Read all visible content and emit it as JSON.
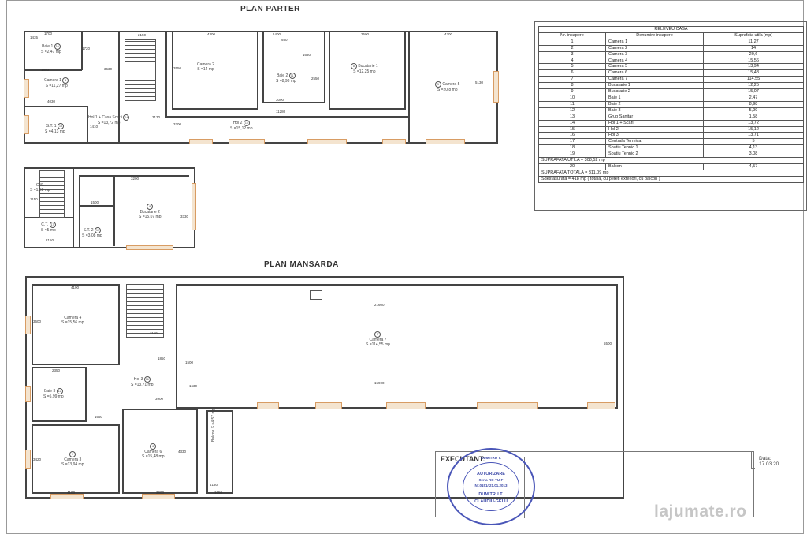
{
  "titles": {
    "parter": "PLAN PARTER",
    "mansarda": "PLAN MANSARDA"
  },
  "parter_rooms": [
    {
      "name": "Baie 1",
      "area": "S =2,47 mp",
      "num": "10"
    },
    {
      "name": "Camera 1",
      "area": "S =11,27 mp",
      "num": "1"
    },
    {
      "name": "Camera 2",
      "area": "S =14 mp",
      "num": "2"
    },
    {
      "name": "Baie 2",
      "area": "S =8,98 mp",
      "num": "11"
    },
    {
      "name": "Bucatarie 1",
      "area": "S =12,25 mp",
      "num": "8"
    },
    {
      "name": "Camera 5",
      "area": "S =20,8 mp",
      "num": "5"
    },
    {
      "name": "S.T. 1",
      "area": "S =4,13 mp",
      "num": "18"
    },
    {
      "name": "Hol 1 + Casa Scarii",
      "area": "S =13,72 mp",
      "num": "14"
    },
    {
      "name": "Hol 2",
      "area": "S =15,12 mp",
      "num": "15"
    },
    {
      "name": "G.S.",
      "area": "S =1,58 mp",
      "num": "13"
    },
    {
      "name": "Bucatarie 2",
      "area": "S =15,07 mp",
      "num": "9"
    },
    {
      "name": "C.T.",
      "area": "S =5 mp",
      "num": "17"
    },
    {
      "name": "S.T. 2",
      "area": "S =3,08 mp",
      "num": "19"
    }
  ],
  "mansarda_rooms": [
    {
      "name": "Camera 4",
      "area": "S =15,56 mp",
      "num": "4"
    },
    {
      "name": "Camera 7",
      "area": "S =114,55 mp",
      "num": "7"
    },
    {
      "name": "Baie 3",
      "area": "S =5,99 mp",
      "num": "12"
    },
    {
      "name": "Hol 3",
      "area": "S =13,71 mp",
      "num": "16"
    },
    {
      "name": "Camera 3",
      "area": "S =13,94 mp",
      "num": "3"
    },
    {
      "name": "Camera 6",
      "area": "S =15,48 mp",
      "num": "6"
    },
    {
      "name": "Balcon",
      "area": "S =4,57 mp",
      "num": "20"
    }
  ],
  "dimensions": {
    "p_1700": "1700",
    "p_2150": "2150",
    "p_4300a": "4300",
    "p_1400": "1400",
    "p_3500": "3500",
    "p_4300b": "4300",
    "p_1435": "1435",
    "p_1720": "1720",
    "p_3630": "3630",
    "p_3550": "3550",
    "p_930": "930",
    "p_1630": "1630",
    "p_4030": "4030",
    "p_1850": "1850",
    "p_2550": "2550",
    "p_3000": "3000",
    "p_11280": "11280",
    "p_5130": "5130",
    "p_3130": "3130",
    "p_1410": "1410",
    "p_3200": "3200",
    "b_1150": "1150",
    "b_3200": "3200",
    "b_3330": "3330",
    "b_1500": "1500",
    "b_2150": "2150",
    "m_4100": "4100",
    "m_21600": "21600",
    "m_3600": "3600",
    "m_5500": "5500",
    "m_1150": "1150",
    "m_1850": "1850",
    "m_2350": "2350",
    "m_1500": "1500",
    "m_1630": "1630",
    "m_15900": "15900",
    "m_3900": "3900",
    "m_1650": "1650",
    "m_3420": "3420",
    "m_4100b": "4100",
    "m_3900b": "3900",
    "m_4330": "4330",
    "m_1050": "1050",
    "m_4130": "4130"
  },
  "table": {
    "title": "RELEVEU CASA",
    "headers": [
      "Nr. incapere",
      "Denumire incapere",
      "Suprafata utila [mp]"
    ],
    "rows": [
      [
        "1",
        "Camera 1",
        "11,27"
      ],
      [
        "2",
        "Camera 2",
        "14"
      ],
      [
        "3",
        "Camera 3",
        "20,6"
      ],
      [
        "4",
        "Camera 4",
        "15,56"
      ],
      [
        "5",
        "Camera 5",
        "13,94"
      ],
      [
        "6",
        "Camera 6",
        "15,48"
      ],
      [
        "7",
        "Camera 7",
        "114,55"
      ],
      [
        "8",
        "Bucatarie 1",
        "12,25"
      ],
      [
        "9",
        "Bucatarie 2",
        "15,07"
      ],
      [
        "10",
        "Baie 1",
        "2,47"
      ],
      [
        "11",
        "Baie 2",
        "8,98"
      ],
      [
        "12",
        "Baie 3",
        "5,99"
      ],
      [
        "13",
        "Grup Sanitar",
        "1,58"
      ],
      [
        "14",
        "Hol 1 + Scari",
        "13,72"
      ],
      [
        "15",
        "Hol 2",
        "15,12"
      ],
      [
        "16",
        "Hol 3",
        "13,71"
      ],
      [
        "17",
        "Centrala Termica",
        "5"
      ],
      [
        "18",
        "Spatiu Tehnic 1",
        "4,13"
      ],
      [
        "19",
        "Spatiu Tehnic 2",
        "3,08"
      ]
    ],
    "suprafata_utila": "SUPRAFATA UTILA  = 308,52 mp",
    "balcon_row": [
      "20",
      "Balcon",
      "4,57"
    ],
    "suprafata_totala": "SUPRAFATA TOTALA  = 311,09 mp",
    "desfasurata": "Sdesfasurata = 418 mp ( totala, cu pereti exteriori, cu balcon )"
  },
  "executant": {
    "label": "EXECUTANT:",
    "data_label": "Data: 17.03.20",
    "stamp_lines": [
      "DUMITRU T.",
      "AUTORIZARE",
      "Seria RO-TU-F",
      "Nr.0151/ 21.01.2013",
      "DUMITRU T.",
      "CLAUDIU-GELU"
    ]
  },
  "watermark": "lajumate.ro"
}
